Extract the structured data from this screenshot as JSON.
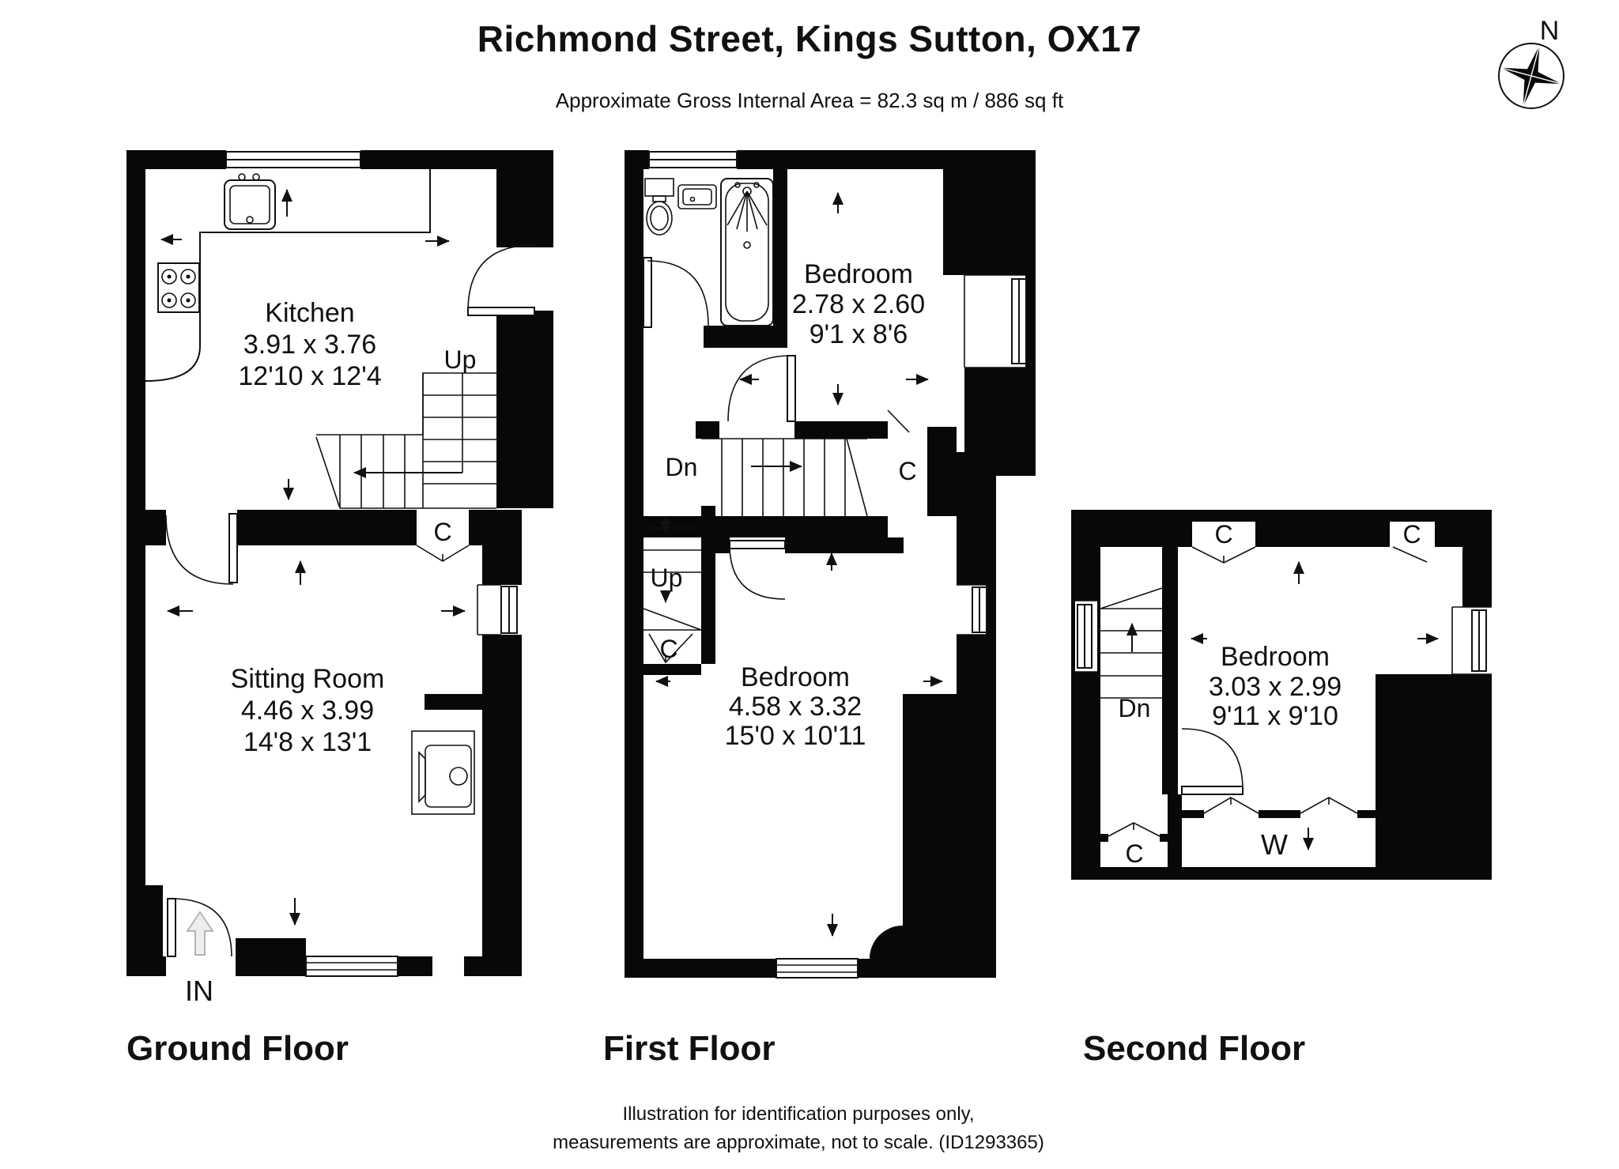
{
  "header": {
    "title": "Richmond Street, Kings Sutton, OX17",
    "subtitle": "Approximate Gross Internal Area = 82.3 sq m / 886 sq ft",
    "compass_north_label": "N"
  },
  "floors": [
    {
      "label": "Ground Floor",
      "rooms": [
        {
          "name": "Kitchen",
          "dim_metric": "3.91 x 3.76",
          "dim_imperial": "12'10 x 12'4"
        },
        {
          "name": "Sitting Room",
          "dim_metric": "4.46 x 3.99",
          "dim_imperial": "14'8 x 13'1"
        }
      ],
      "stairs_up_label": "Up",
      "closet_label": "C",
      "entrance_label": "IN"
    },
    {
      "label": "First Floor",
      "rooms": [
        {
          "name": "Bedroom",
          "dim_metric": "2.78 x 2.60",
          "dim_imperial": "9'1 x 8'6"
        },
        {
          "name": "Bedroom",
          "dim_metric": "4.58 x 3.32",
          "dim_imperial": "15'0 x 10'11"
        }
      ],
      "stairs_down_label": "Dn",
      "stairs_up_label": "Up",
      "closet_label": "C"
    },
    {
      "label": "Second Floor",
      "rooms": [
        {
          "name": "Bedroom",
          "dim_metric": "3.03 x 2.99",
          "dim_imperial": "9'11 x 9'10"
        }
      ],
      "stairs_down_label": "Dn",
      "closet_label": "C",
      "wardrobe_label": "W"
    }
  ],
  "footer": {
    "disclaimer_line1": "Illustration for identification purposes only,",
    "disclaimer_line2": "measurements are approximate, not to scale. (ID1293365)"
  }
}
